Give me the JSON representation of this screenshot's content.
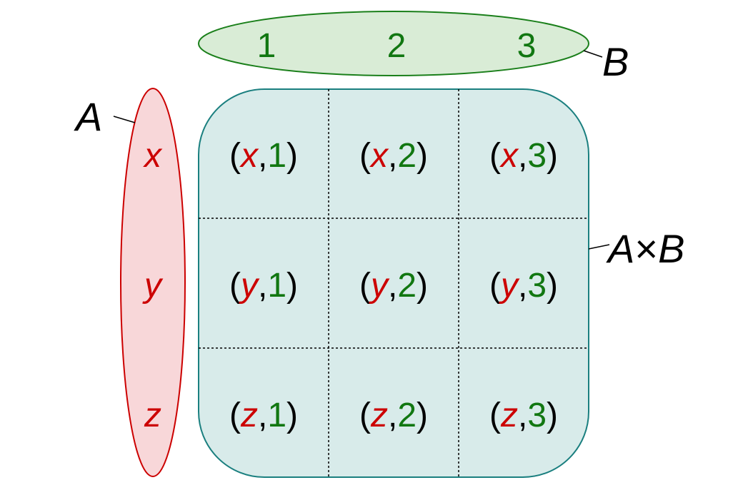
{
  "set_a": {
    "label": "A",
    "elements": [
      "x",
      "y",
      "z"
    ],
    "fill": "#f8d7d9",
    "stroke": "#cc0000",
    "text_color": "#cc0000"
  },
  "set_b": {
    "label": "B",
    "elements": [
      "1",
      "2",
      "3"
    ],
    "fill": "#d9ecd6",
    "stroke": "#1a7f1a",
    "text_color": "#117711"
  },
  "product": {
    "label_left": "A",
    "label_times": "×",
    "label_right": "B",
    "fill": "#d8ebea",
    "stroke": "#1a7f7f",
    "pairs": [
      [
        {
          "a": "x",
          "b": "1"
        },
        {
          "a": "x",
          "b": "2"
        },
        {
          "a": "x",
          "b": "3"
        }
      ],
      [
        {
          "a": "y",
          "b": "1"
        },
        {
          "a": "y",
          "b": "2"
        },
        {
          "a": "y",
          "b": "3"
        }
      ],
      [
        {
          "a": "z",
          "b": "1"
        },
        {
          "a": "z",
          "b": "2"
        },
        {
          "a": "z",
          "b": "3"
        }
      ]
    ],
    "punctuation": {
      "open": "(",
      "comma": ",",
      "close": ")"
    }
  }
}
